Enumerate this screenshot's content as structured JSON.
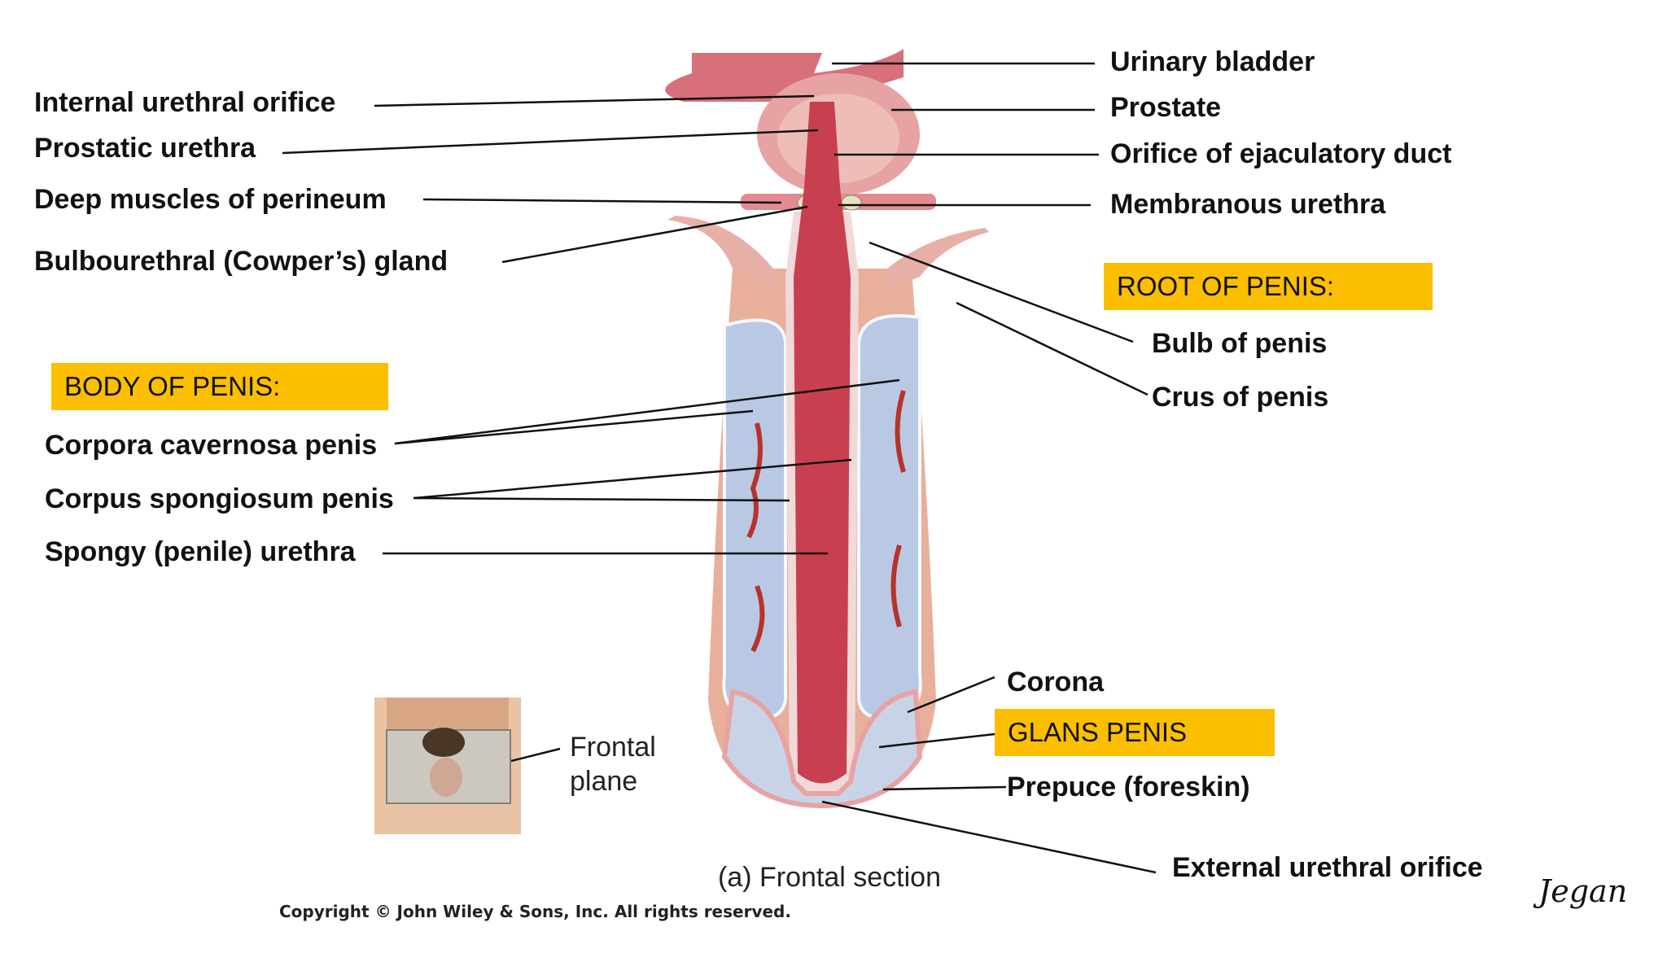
{
  "labels": {
    "internal_urethral_orifice": "Internal urethral orifice",
    "prostatic_urethra": "Prostatic urethra",
    "deep_muscles_of_perineum": "Deep muscles of perineum",
    "bulbourethral_gland": "Bulbourethral (Cowper’s) gland",
    "urinary_bladder": "Urinary bladder",
    "prostate": "Prostate",
    "orifice_of_ejaculatory_duct": "Orifice of ejaculatory duct",
    "membranous_urethra": "Membranous urethra",
    "bulb_of_penis": "Bulb of penis",
    "crus_of_penis": "Crus of penis",
    "corpora_cavernosa_penis": "Corpora cavernosa penis",
    "corpus_spongiosum_penis": "Corpus spongiosum penis",
    "spongy_urethra": "Spongy (penile) urethra",
    "corona": "Corona",
    "prepuce": "Prepuce (foreskin)",
    "external_urethral_orifice": "External urethral orifice"
  },
  "headings": {
    "root_of_penis": "ROOT OF PENIS:",
    "body_of_penis": "BODY OF PENIS:",
    "glans_penis": "GLANS PENIS"
  },
  "inset": {
    "frontal": "Frontal",
    "plane": "plane"
  },
  "caption": "(a) Frontal section",
  "copyright": "Copyright © John Wiley & Sons, Inc. All rights reserved.",
  "signature": "Jegan",
  "colors": {
    "heading_box": "#fbbf00",
    "urethra": "#c8404f",
    "erectile_tissue": "#b9c9e3",
    "skin": "#e8b09a"
  }
}
